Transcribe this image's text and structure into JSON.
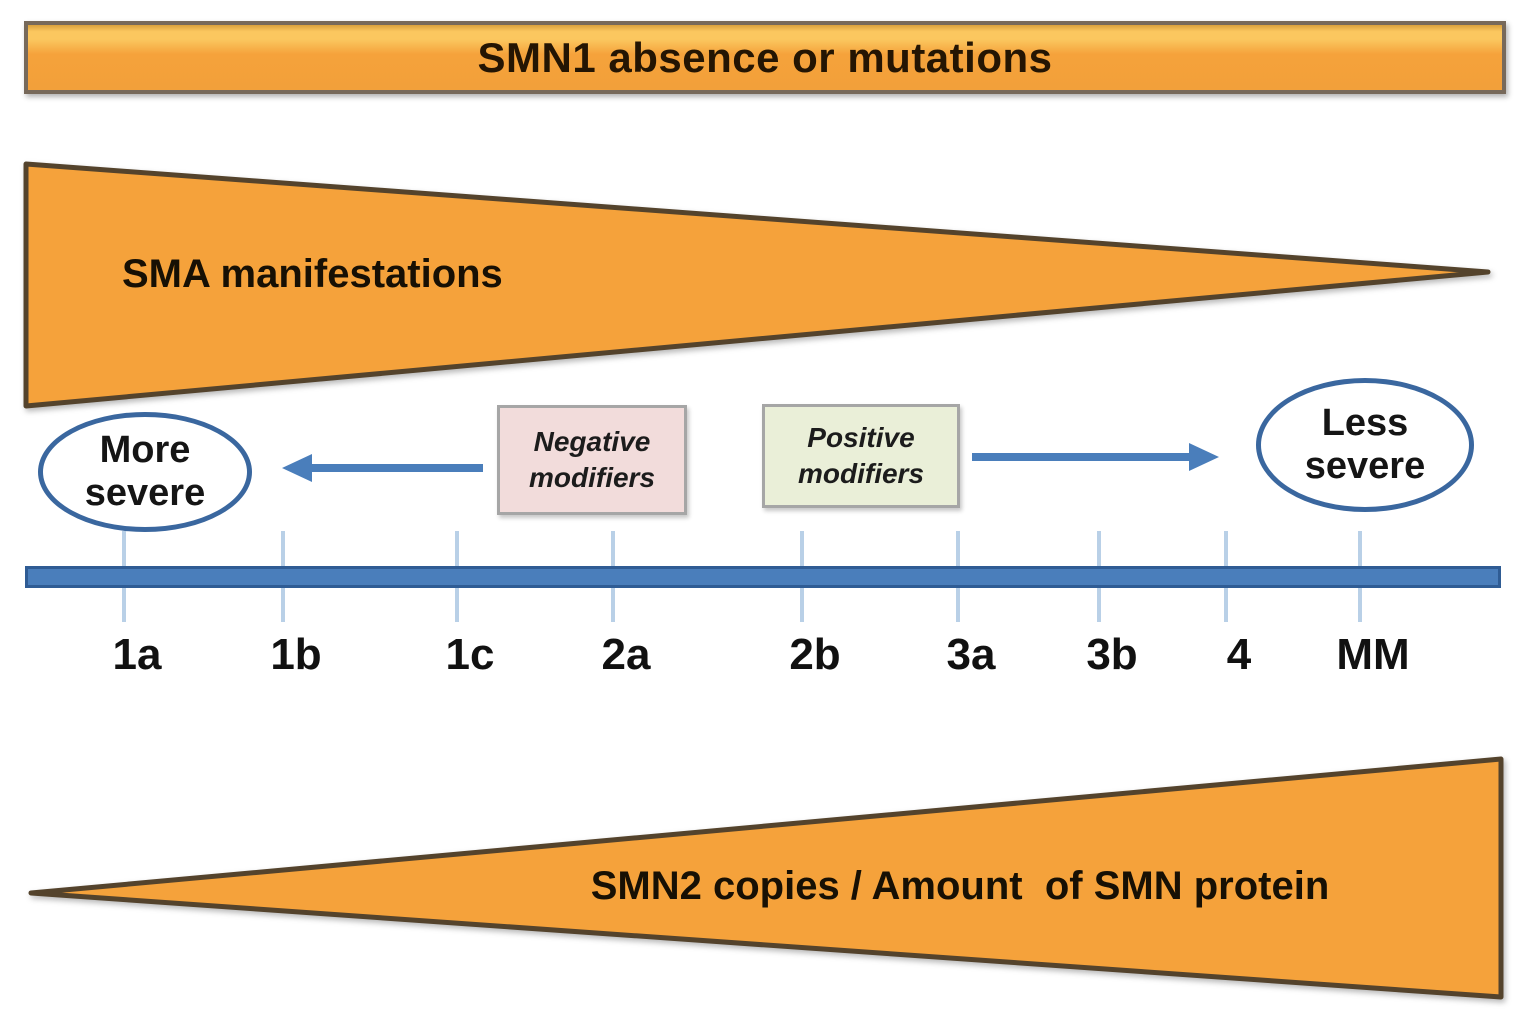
{
  "banner": {
    "label": "SMN1 absence or mutations"
  },
  "top_triangle": {
    "label": "SMA manifestations"
  },
  "severity_left": {
    "label": "More severe"
  },
  "severity_right": {
    "label": "Less severe"
  },
  "modifiers": {
    "negative": {
      "label": "Negative modifiers"
    },
    "positive": {
      "label": "Positive modifiers"
    }
  },
  "axis": {
    "ticks": [
      "1a",
      "1b",
      "1c",
      "2a",
      "2b",
      "3a",
      "3b",
      "4",
      "MM"
    ]
  },
  "bottom_triangle": {
    "label": "SMN2 copies / Amount  of SMN protein"
  },
  "colors": {
    "orange_fill": "#F5A23B",
    "orange_highlight": "#FBC75F",
    "shape_border": "#54432C",
    "blue_accent": "#4A7EBB",
    "blue_dark": "#2F5C94",
    "tick_light_blue": "#AFC9E4",
    "oval_stroke": "#3A679F",
    "negative_box_fill": "#F2DCDB",
    "positive_box_fill": "#EAEFD8",
    "box_border": "#A6A6A6"
  }
}
